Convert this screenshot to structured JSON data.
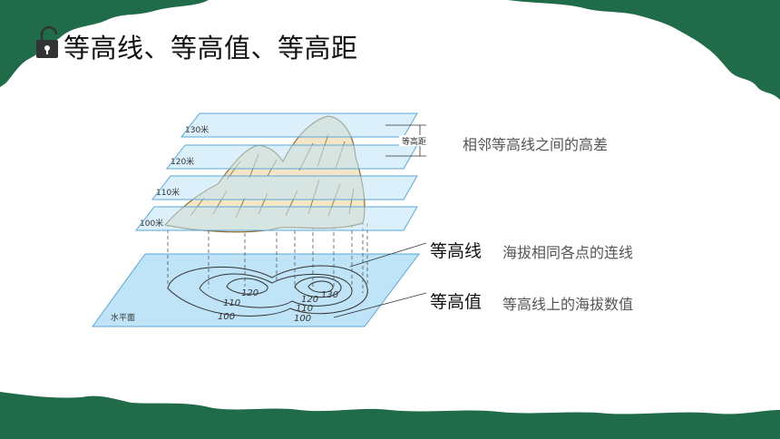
{
  "slide": {
    "title": "等高线、等高值、等高距"
  },
  "diagram": {
    "planes": [
      {
        "label": "130米"
      },
      {
        "label": "120米"
      },
      {
        "label": "110米"
      },
      {
        "label": "100米"
      }
    ],
    "base_label": "水平面",
    "contour_values": [
      "120",
      "110",
      "100",
      "120",
      "130",
      "110",
      "100"
    ],
    "interval_tag": "等高距"
  },
  "annotations": {
    "interval_desc": "相邻等高线之间的高差",
    "contour_term": "等高线",
    "contour_desc": "海拔相同各点的连线",
    "value_term": "等高值",
    "value_desc": "等高线上的海拔数值"
  },
  "colors": {
    "frame_green": "#1f6b4a",
    "plane_fill": "#bfe3f7",
    "plane_stroke": "#5aa7d8",
    "mountain": "#c8a060",
    "contour_line": "#9a7a3a"
  },
  "icons": {
    "title_icon": "lock-icon"
  }
}
